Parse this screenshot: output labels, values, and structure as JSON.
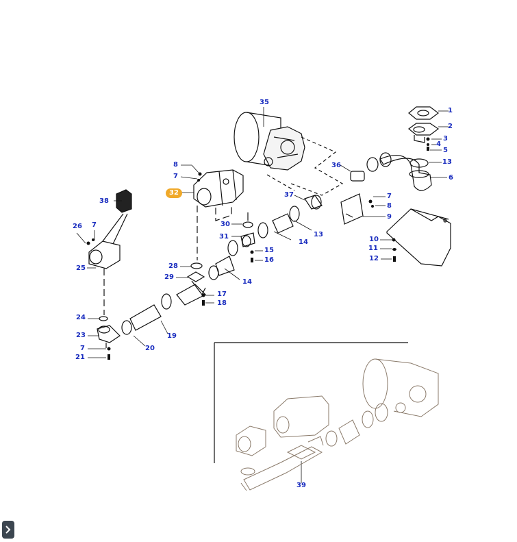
{
  "diagram": {
    "labels": [
      {
        "id": "l35",
        "text": "35"
      },
      {
        "id": "l1",
        "text": "1"
      },
      {
        "id": "l2",
        "text": "2"
      },
      {
        "id": "l3",
        "text": "3"
      },
      {
        "id": "l4",
        "text": "4"
      },
      {
        "id": "l5",
        "text": "5"
      },
      {
        "id": "l13a",
        "text": "13"
      },
      {
        "id": "l6",
        "text": "6"
      },
      {
        "id": "l36",
        "text": "36"
      },
      {
        "id": "l8a",
        "text": "8"
      },
      {
        "id": "l7a",
        "text": "7"
      },
      {
        "id": "l32",
        "text": "32"
      },
      {
        "id": "l37",
        "text": "37"
      },
      {
        "id": "l7b",
        "text": "7"
      },
      {
        "id": "l8b",
        "text": "8"
      },
      {
        "id": "l9",
        "text": "9"
      },
      {
        "id": "l38",
        "text": "38"
      },
      {
        "id": "l26",
        "text": "26"
      },
      {
        "id": "l7c",
        "text": "7"
      },
      {
        "id": "l30",
        "text": "30"
      },
      {
        "id": "l13b",
        "text": "13"
      },
      {
        "id": "l31",
        "text": "31"
      },
      {
        "id": "l14a",
        "text": "14"
      },
      {
        "id": "l10",
        "text": "10"
      },
      {
        "id": "l11",
        "text": "11"
      },
      {
        "id": "l15",
        "text": "15"
      },
      {
        "id": "l16",
        "text": "16"
      },
      {
        "id": "l12",
        "text": "12"
      },
      {
        "id": "l25",
        "text": "25"
      },
      {
        "id": "l28",
        "text": "28"
      },
      {
        "id": "l29",
        "text": "29"
      },
      {
        "id": "l14b",
        "text": "14"
      },
      {
        "id": "l17",
        "text": "17"
      },
      {
        "id": "l18",
        "text": "18"
      },
      {
        "id": "l24",
        "text": "24"
      },
      {
        "id": "l23",
        "text": "23"
      },
      {
        "id": "l19",
        "text": "19"
      },
      {
        "id": "l7d",
        "text": "7"
      },
      {
        "id": "l20",
        "text": "20"
      },
      {
        "id": "l21",
        "text": "21"
      },
      {
        "id": "l39",
        "text": "39"
      }
    ],
    "selected_part": "32",
    "colors": {
      "label": "#1a2dbf",
      "selected_bg": "#f0a92a",
      "line": "#111111",
      "inset_line": "#8a7a6a"
    }
  },
  "controls": {
    "expand_icon": "chevron-right-icon"
  }
}
